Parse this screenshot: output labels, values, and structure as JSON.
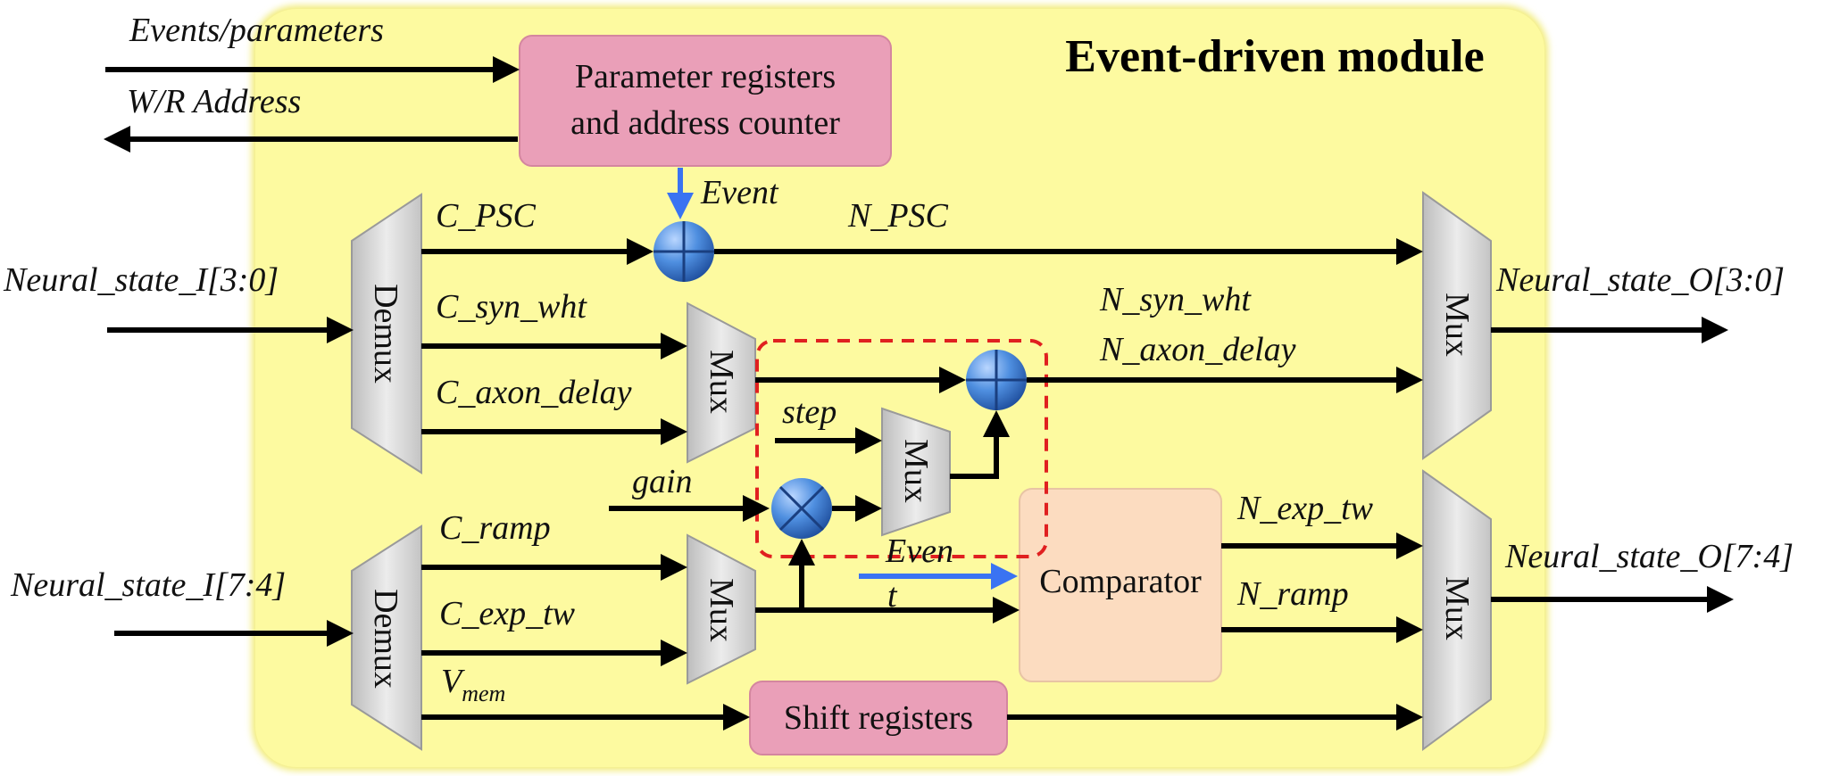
{
  "title": "Event-driven module",
  "blocks": {
    "param_registers": [
      "Parameter registers",
      "and address counter"
    ],
    "comparator": "Comparator",
    "shift_registers": "Shift registers"
  },
  "mux_labels": {
    "demux": "Demux",
    "mux": "Mux"
  },
  "signals": {
    "events_parameters": "Events/parameters",
    "wr_address": "W/R Address",
    "event_top": "Event",
    "event_comparator_1": "Even",
    "event_comparator_2": "t",
    "c_psc": "C_PSC",
    "n_psc": "N_PSC",
    "neural_state_i_30": "Neural_state_I[3:0]",
    "neural_state_o_30": "Neural_state_O[3:0]",
    "c_syn_wht": "C_syn_wht",
    "c_axon_delay": "C_axon_delay",
    "n_syn_wht": "N_syn_wht",
    "n_axon_delay": "N_axon_delay",
    "step": "step",
    "gain": "gain",
    "c_ramp": "C_ramp",
    "c_exp_tw": "C_exp_tw",
    "neural_state_i_74": "Neural_state_I[7:4]",
    "neural_state_o_74": "Neural_state_O[7:4]",
    "n_exp_tw": "N_exp_tw",
    "n_ramp": "N_ramp",
    "v_mem": "V",
    "v_mem_sub": "mem"
  },
  "colors": {
    "module_bg": "#fdfaa0",
    "param_box": "#ea9fb8",
    "comparator_box": "#fcdcc0",
    "shift_box": "#ea9fb8",
    "mux_fill": "#d9d9d9",
    "adder_fill": "#4f8fe0",
    "event_arrow": "#3a73f2",
    "dashed_box": "#e02020"
  }
}
